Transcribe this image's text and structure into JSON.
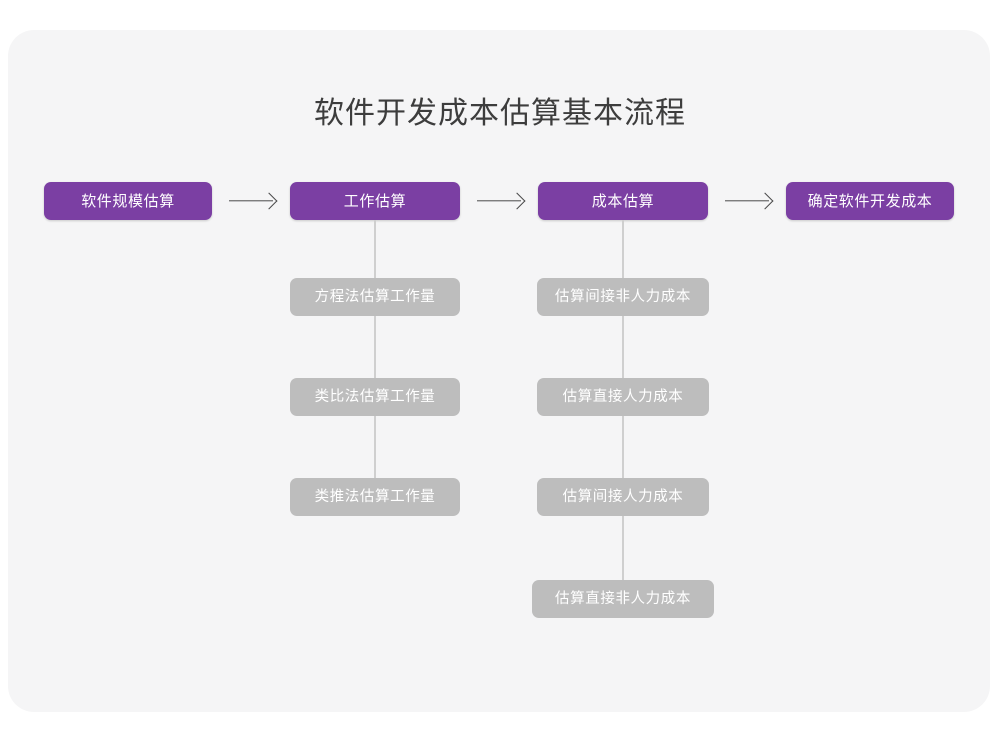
{
  "diagram": {
    "type": "flowchart",
    "title": "软件开发成本估算基本流程",
    "background_color": "#f5f5f6",
    "page_color": "#ffffff",
    "primary_color": "#7b3fa3",
    "secondary_color": "#bdbdbd",
    "connector_color": "#cfcfcf",
    "arrow_color": "#4a4a4a",
    "main_flow": [
      {
        "label": "软件规模估算"
      },
      {
        "label": "工作估算"
      },
      {
        "label": "成本估算"
      },
      {
        "label": "确定软件开发成本"
      }
    ],
    "arrows": [
      {
        "name": "arrow-1",
        "glyph": "→"
      },
      {
        "name": "arrow-2",
        "glyph": "→"
      },
      {
        "name": "arrow-3",
        "glyph": "→"
      }
    ],
    "branches": [
      {
        "parent": "工作估算",
        "items": [
          "方程法估算工作量",
          "类比法估算工作量",
          "类推法估算工作量"
        ]
      },
      {
        "parent": "成本估算",
        "items": [
          "估算间接非人力成本",
          "估算直接人力成本",
          "估算间接人力成本",
          "估算直接非人力成本"
        ]
      }
    ]
  }
}
